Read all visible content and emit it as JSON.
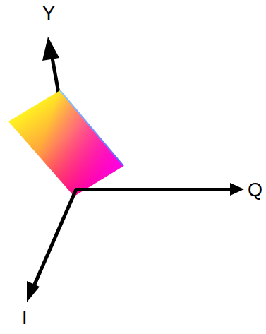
{
  "diagram": {
    "labels": [
      "Y",
      "Q",
      "I"
    ]
  }
}
